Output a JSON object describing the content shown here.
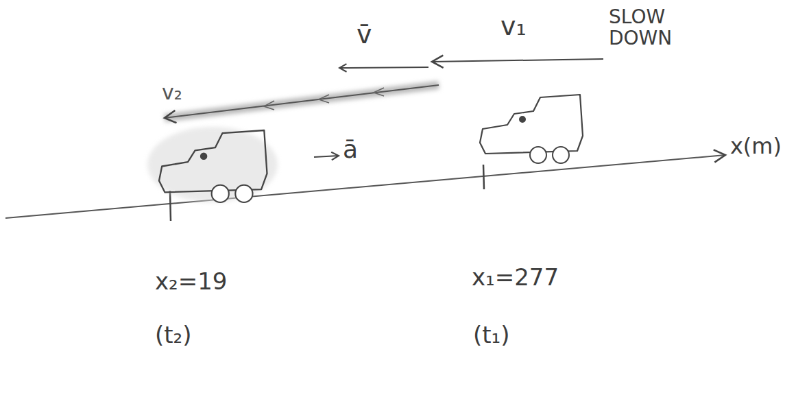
{
  "diagram": {
    "labels": [
      "v̄",
      "v₁",
      "SLOW DOWN",
      "v₂",
      "ā",
      "x(m)",
      "x₂=19",
      "x₁=277",
      "(t₂)",
      "(t₁)"
    ]
  }
}
